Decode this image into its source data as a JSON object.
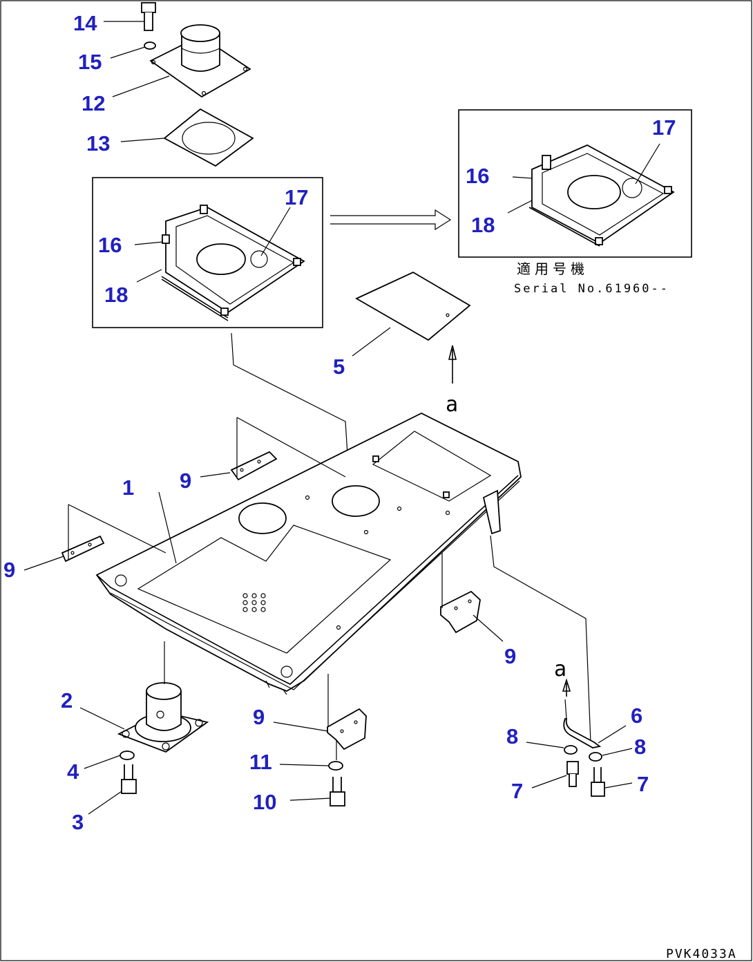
{
  "callouts": {
    "c14": "14",
    "c15": "15",
    "c12": "12",
    "c13": "13",
    "c17a": "17",
    "c16a": "16",
    "c18a": "18",
    "c17b": "17",
    "c16b": "16",
    "c18b": "18",
    "c5": "5",
    "c1": "1",
    "c9a": "9",
    "c9b": "9",
    "c9c": "9",
    "c9d": "9",
    "c2": "2",
    "c4": "4",
    "c3": "3",
    "c11": "11",
    "c10": "10",
    "c6": "6",
    "c8a": "8",
    "c8b": "8",
    "c7a": "7",
    "c7b": "7"
  },
  "view_marks": {
    "upper": "a",
    "lower": "a"
  },
  "applicability": {
    "label_jp": "適用号機",
    "serial": "Serial No.61960--"
  },
  "drawing_code": "PVK4033A",
  "colors": {
    "callout": "#2020c0",
    "linework": "#000000"
  }
}
